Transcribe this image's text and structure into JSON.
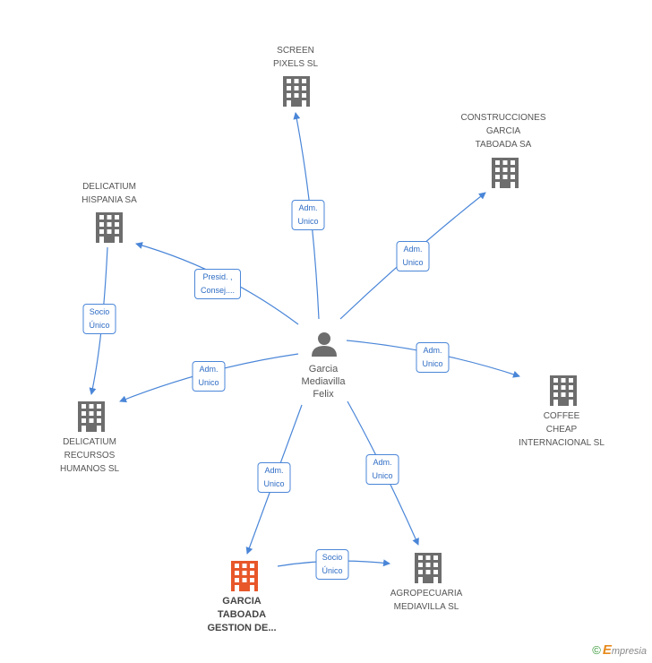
{
  "center": {
    "lines": [
      "Garcia",
      "Mediavilla",
      "Felix"
    ]
  },
  "nodes": [
    {
      "id": "screen",
      "lines": [
        "SCREEN",
        "PIXELS SL"
      ],
      "color": "#6d6d6d"
    },
    {
      "id": "construcciones",
      "lines": [
        "CONSTRUCCIONES",
        "GARCIA",
        "TABOADA SA"
      ],
      "color": "#6d6d6d"
    },
    {
      "id": "delicatium-hispania",
      "lines": [
        "DELICATIUM",
        "HISPANIA SA"
      ],
      "color": "#6d6d6d"
    },
    {
      "id": "coffee",
      "lines": [
        "COFFEE",
        "CHEAP",
        "INTERNACIONAL SL"
      ],
      "color": "#6d6d6d"
    },
    {
      "id": "delicatium-rh",
      "lines": [
        "DELICATIUM",
        "RECURSOS",
        "HUMANOS SL"
      ],
      "color": "#6d6d6d"
    },
    {
      "id": "garcia-taboada",
      "lines": [
        "GARCIA",
        "TABOADA",
        "GESTION DE..."
      ],
      "color": "#e8572a",
      "highlight": true
    },
    {
      "id": "agropecuaria",
      "lines": [
        "AGROPECUARIA",
        "MEDIAVILLA SL"
      ],
      "color": "#6d6d6d"
    }
  ],
  "edges": [
    {
      "id": "e-screen",
      "lines": [
        "Adm.",
        "Unico"
      ]
    },
    {
      "id": "e-construcciones",
      "lines": [
        "Adm.",
        "Unico"
      ]
    },
    {
      "id": "e-hispania",
      "lines": [
        "Presid. ,",
        "Consej...."
      ]
    },
    {
      "id": "e-coffee",
      "lines": [
        "Adm.",
        "Unico"
      ]
    },
    {
      "id": "e-rh",
      "lines": [
        "Adm.",
        "Unico"
      ]
    },
    {
      "id": "e-garcia",
      "lines": [
        "Adm.",
        "Unico"
      ]
    },
    {
      "id": "e-agro",
      "lines": [
        "Adm.",
        "Unico"
      ]
    },
    {
      "id": "e-hispania-rh",
      "lines": [
        "Socio",
        "Único"
      ]
    },
    {
      "id": "e-garcia-agro",
      "lines": [
        "Socio",
        "Único"
      ]
    }
  ],
  "colors": {
    "edge": "#4a86d8",
    "building": "#6d6d6d",
    "highlight": "#e8572a",
    "person": "#6d6d6d"
  },
  "footer": {
    "copyright": "©",
    "brand_e": "E",
    "brand_rest": "mpresia"
  }
}
